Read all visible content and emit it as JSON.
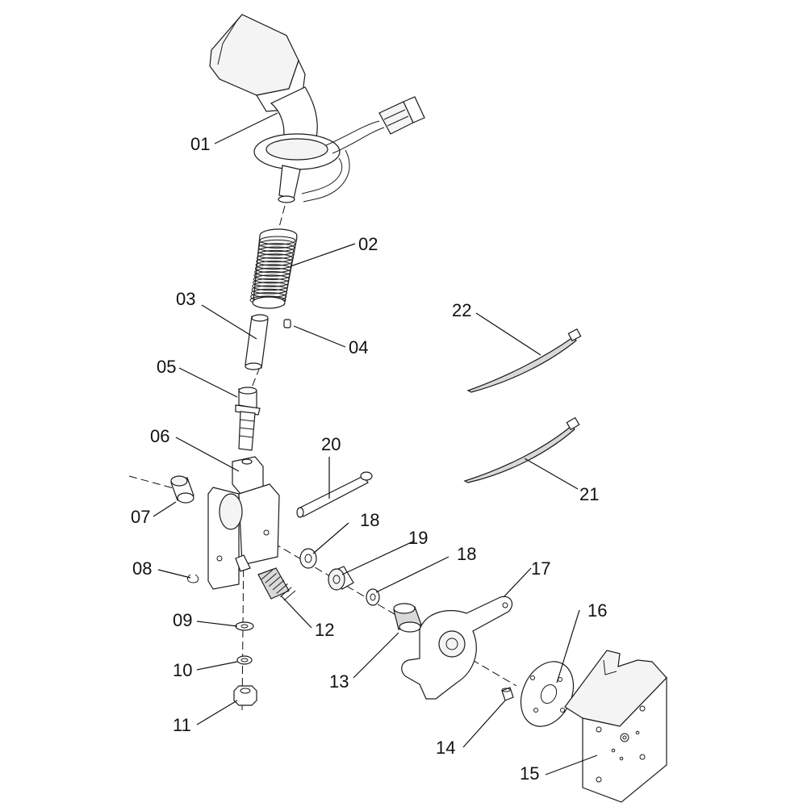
{
  "diagram": {
    "labels": {
      "p01": "01",
      "p02": "02",
      "p03": "03",
      "p04": "04",
      "p05": "05",
      "p06": "06",
      "p07": "07",
      "p08": "08",
      "p09": "09",
      "p10": "10",
      "p11": "11",
      "p12": "12",
      "p13": "13",
      "p14": "14",
      "p15": "15",
      "p16": "16",
      "p17": "17",
      "p18a": "18",
      "p18b": "18",
      "p19": "19",
      "p20": "20",
      "p21": "21",
      "p22": "22"
    }
  }
}
